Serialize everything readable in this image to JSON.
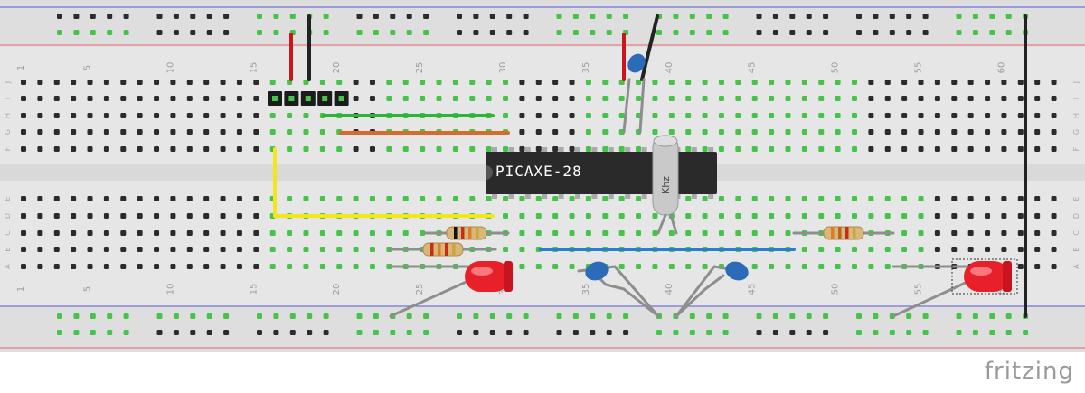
{
  "app": {
    "brand": "fritzing"
  },
  "breadboard": {
    "column_labels": [
      "1",
      "5",
      "10",
      "15",
      "20",
      "25",
      "30",
      "35",
      "40",
      "45",
      "50",
      "55",
      "60"
    ],
    "row_letters_top": [
      "J",
      "I",
      "H",
      "G",
      "F"
    ],
    "row_letters_bottom": [
      "E",
      "D",
      "C",
      "B",
      "A"
    ]
  },
  "components": {
    "chip": {
      "label": "PICAXE-28"
    },
    "crystal": {
      "label": "Khz"
    }
  },
  "colors": {
    "board": "#e8e8e8",
    "rail": "#dcdcdc",
    "rail_line_red": "#e36a6a",
    "rail_line_blue": "#5b5bdc",
    "hole": "#2b2b2b",
    "hole_active": "#46c44a",
    "wire_red": "#c8161d",
    "wire_black": "#222222",
    "wire_green": "#2fb43a",
    "wire_orange": "#d56b2c",
    "wire_yellow": "#f3e61f",
    "wire_blue": "#2a7ed0",
    "leg": "#8e8e8e",
    "led": "#e8202a",
    "capacitor": "#2c6bb7",
    "chip": "#2a2a2a"
  }
}
